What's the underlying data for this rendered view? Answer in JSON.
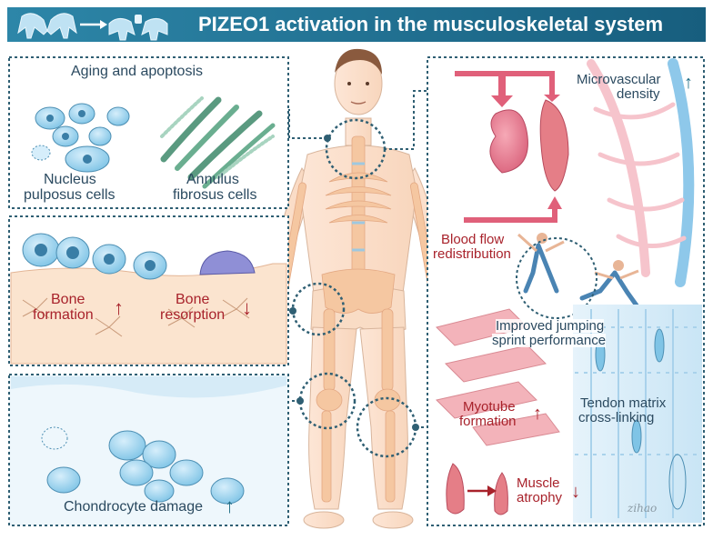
{
  "title": "PIZEO1 activation in the musculoskeletal system",
  "panels": {
    "disc": {
      "heading": "Aging and apoptosis",
      "nucleus_label_1": "Nucleus",
      "nucleus_label_2": "pulposus cells",
      "annulus_label_1": "Annulus",
      "annulus_label_2": "fibrosus cells"
    },
    "bone": {
      "formation_1": "Bone",
      "formation_2": "formation",
      "resorption_1": "Bone",
      "resorption_2": "resorption"
    },
    "cartilage": {
      "label": "Chondrocyte damage"
    },
    "vascular": {
      "flow_1": "Blood flow",
      "flow_2": "redistribution",
      "density_1": "Microvascular",
      "density_2": "density"
    },
    "performance": {
      "line_1": "Improved jumping",
      "line_2": "sprint performance"
    },
    "muscle": {
      "myotube_1": "Myotube",
      "myotube_2": "formation",
      "atrophy_1": "Muscle",
      "atrophy_2": "atrophy",
      "tendon_1": "Tendon matrix",
      "tendon_2": "cross-linking"
    }
  },
  "signature": "zihao",
  "colors": {
    "banner": "#1f6f8f",
    "panel_border": "#2f5f73",
    "teal_text": "#2b4a60",
    "red_text": "#a8222b",
    "cell_blue": "#7fc4e6",
    "muscle_pink": "#e57e87",
    "skeleton": "#f5c7a1",
    "skin": "#fbe2cf"
  }
}
